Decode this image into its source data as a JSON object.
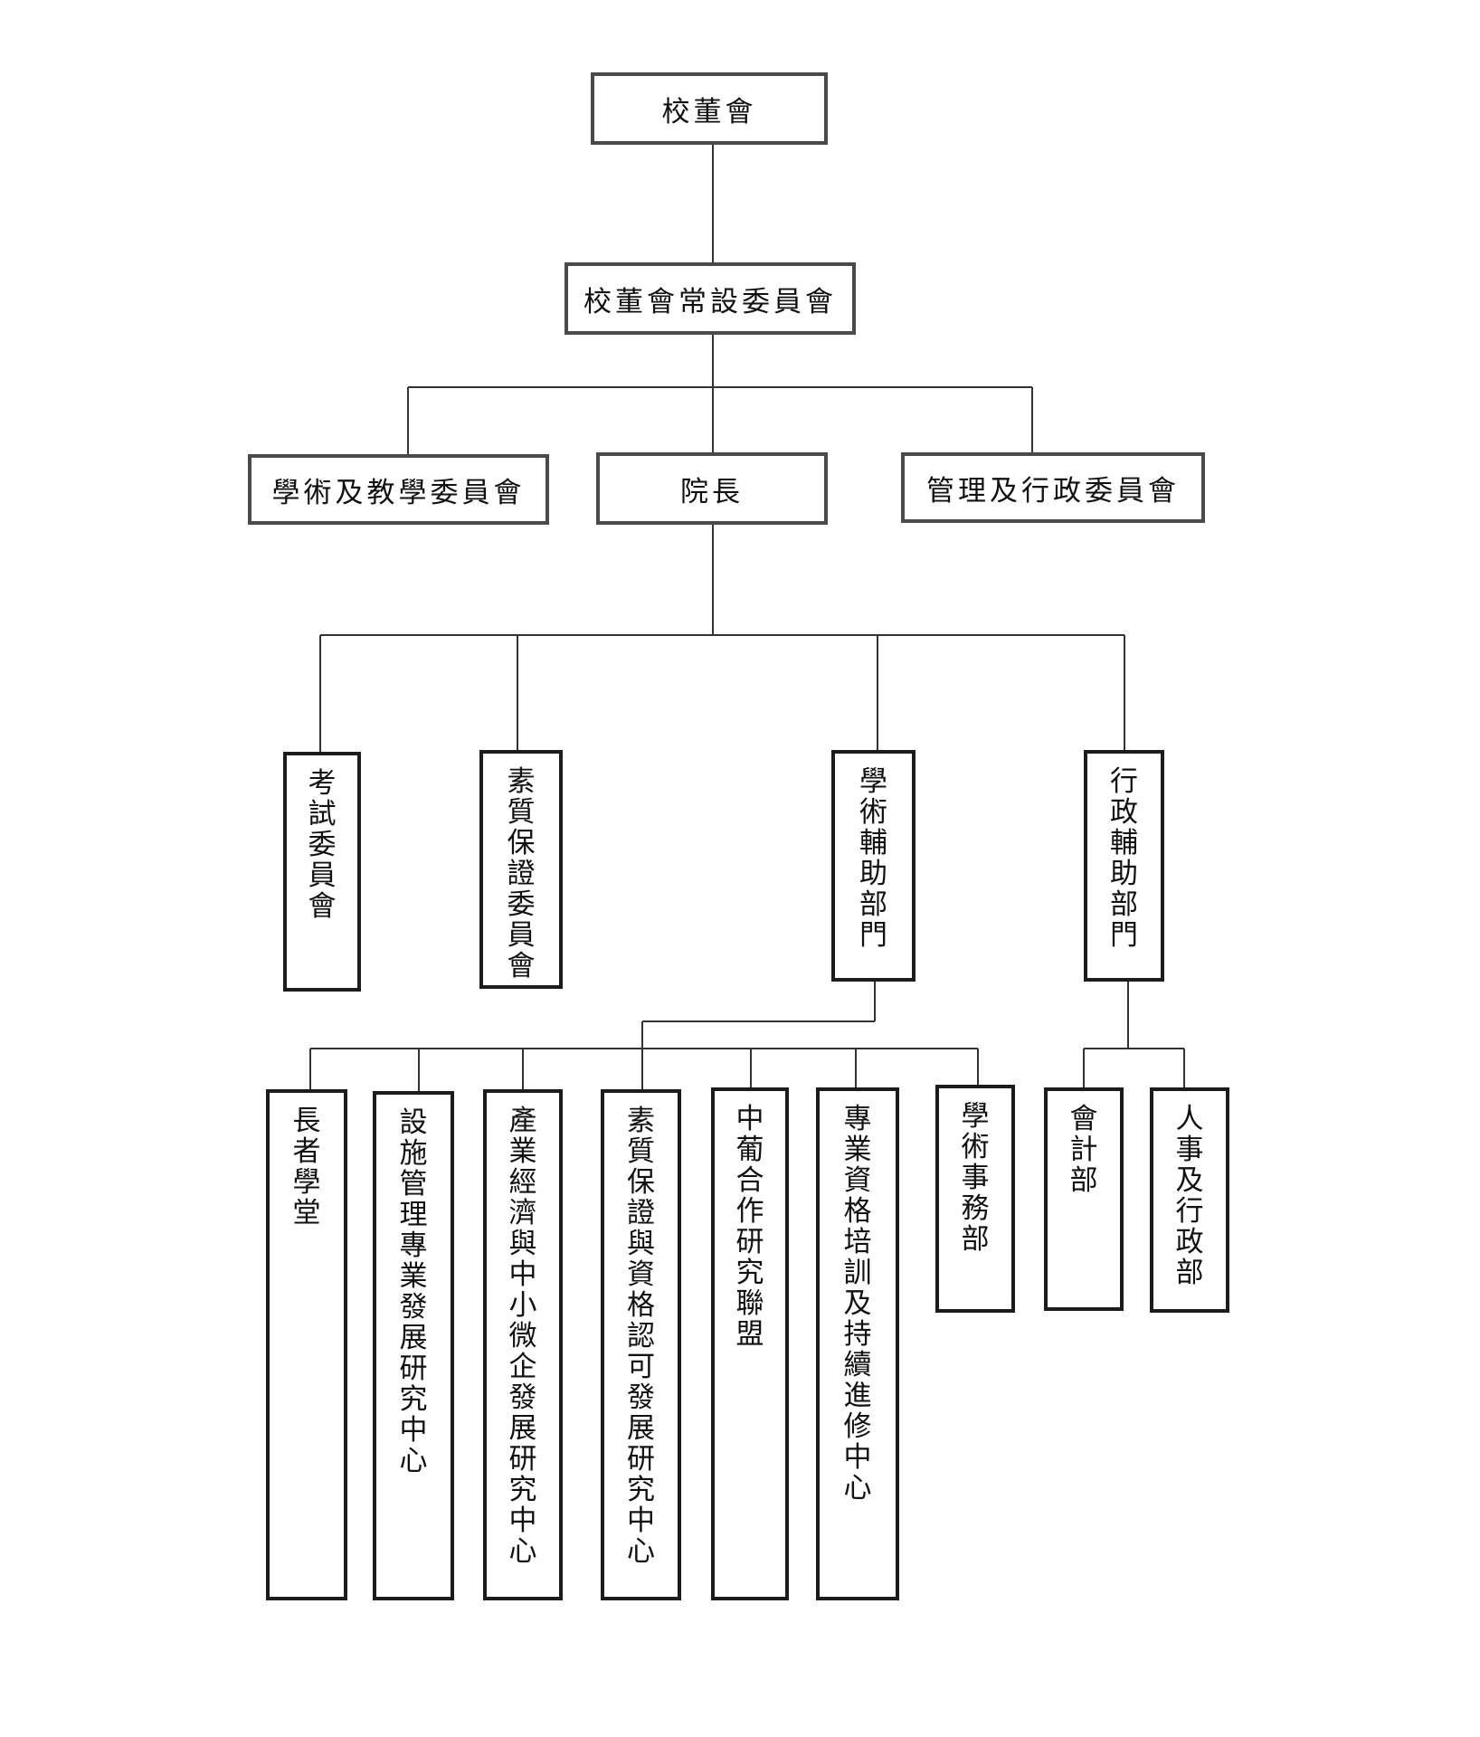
{
  "org_chart": {
    "board": "校董會",
    "standing_committee": "校董會常設委員會",
    "academic_committee": "學術及教學委員會",
    "president": "院長",
    "admin_committee": "管理及行政委員會",
    "exam_committee": "考試委員會",
    "qa_committee": "素質保證委員會",
    "academic_support": "學術輔助部門",
    "admin_support": "行政輔助部門",
    "academic_units": [
      "長者學堂",
      "設施管理專業發展研究中心",
      "產業經濟與中小微企發展研究中心",
      "素質保證與資格認可發展研究中心",
      "中葡合作研究聯盟",
      "專業資格培訓及持續進修中心",
      "學術事務部"
    ],
    "admin_units": [
      "會計部",
      "人事及行政部"
    ]
  }
}
